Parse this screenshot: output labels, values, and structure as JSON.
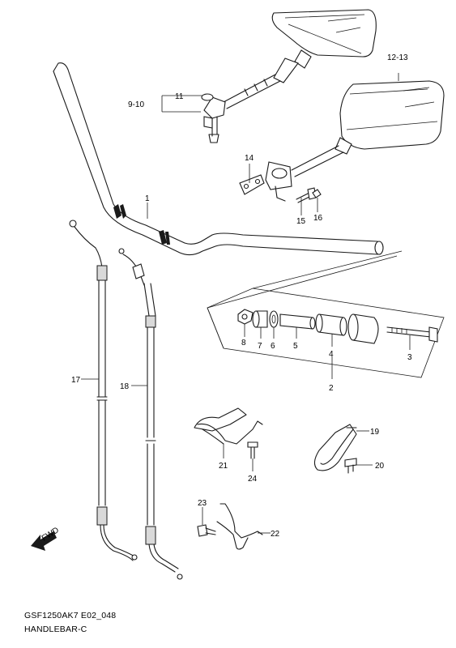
{
  "callouts": {
    "c1": "1",
    "c2": "2",
    "c3": "3",
    "c4": "4",
    "c5": "5",
    "c6": "6",
    "c7": "7",
    "c8": "8",
    "c9_10": "9-10",
    "c11": "11",
    "c12_13": "12-13",
    "c14": "14",
    "c15": "15",
    "c16": "16",
    "c17": "17",
    "c18": "18",
    "c19": "19",
    "c20": "20",
    "c21": "21",
    "c22": "22",
    "c23": "23",
    "c24": "24"
  },
  "fwd_label": "FWD",
  "footer": {
    "code": "GSF1250AK7 E02_048",
    "title": "HANDLEBAR-C"
  }
}
